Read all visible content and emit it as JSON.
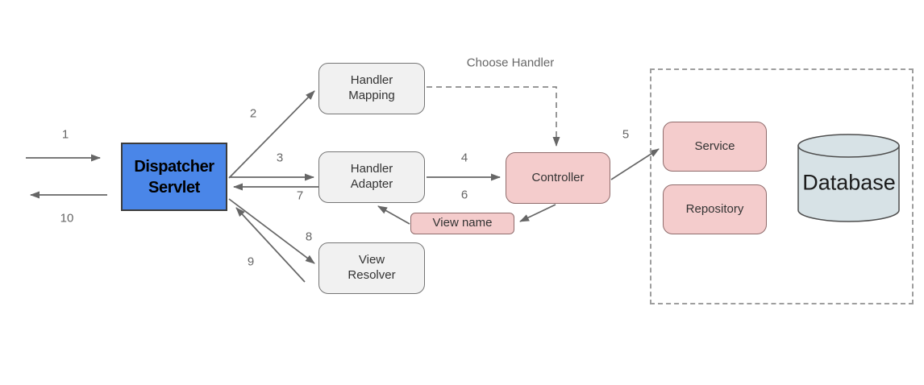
{
  "nodes": {
    "dispatcher_servlet": {
      "label": "Dispatcher Servlet"
    },
    "handler_mapping": {
      "label": "Handler Mapping"
    },
    "handler_adapter": {
      "label": "Handler Adapter"
    },
    "view_resolver": {
      "label": "View Resolver"
    },
    "controller": {
      "label": "Controller"
    },
    "view_name": {
      "label": "View name"
    },
    "service": {
      "label": "Service"
    },
    "repository": {
      "label": "Repository"
    },
    "database": {
      "label": "Database"
    }
  },
  "edge_labels": {
    "n1": "1",
    "n2": "2",
    "n3": "3",
    "n4": "4",
    "n5": "5",
    "n6": "6",
    "n7": "7",
    "n8": "8",
    "n9": "9",
    "n10": "10"
  },
  "annotations": {
    "choose_handler": "Choose Handler"
  },
  "colors": {
    "dispatcher_fill": "#4a86e8",
    "dispatcher_border": "#3c3c3c",
    "gray_fill": "#f1f1f1",
    "gray_border": "#757575",
    "pink_fill": "#f4cccc",
    "pink_border": "#8f6b6b",
    "database_fill": "#d7e2e6",
    "database_border": "#4d4d4d",
    "arrow": "#666666",
    "label_text": "#666666",
    "node_text": "#333333",
    "container_border": "#9e9e9e"
  }
}
